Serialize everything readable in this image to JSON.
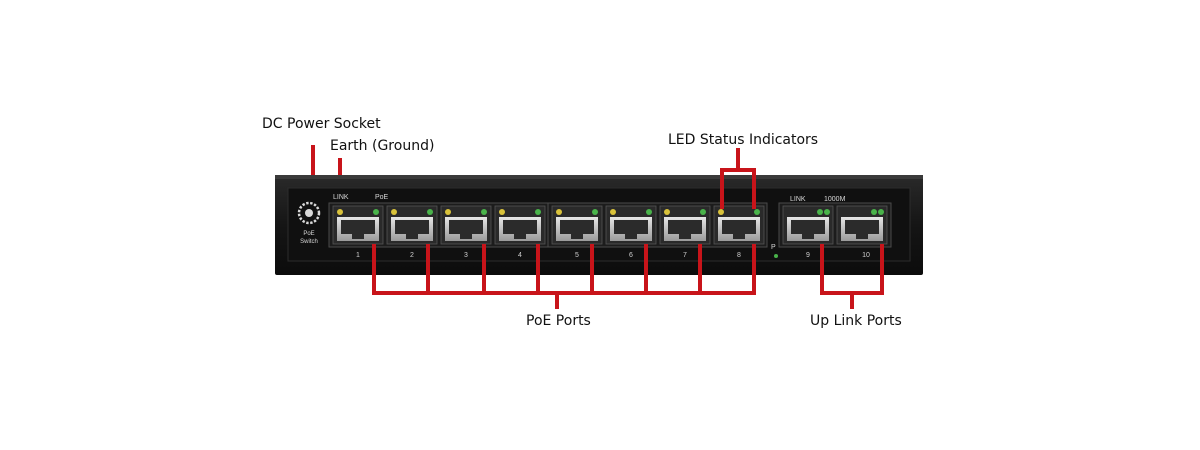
{
  "callouts": {
    "dc_power": "DC Power Socket",
    "earth": "Earth (Ground)",
    "led_status": "LED Status Indicators",
    "poe_ports": "PoE Ports",
    "uplink_ports": "Up Link Ports"
  },
  "panel": {
    "logo_line1": "PoE",
    "logo_line2": "Switch",
    "link_label": "LINK",
    "poe_label": "PoE",
    "uplink_link_label": "LINK",
    "uplink_speed_label": "1000M",
    "power_led_label": "P"
  },
  "ports": {
    "poe": [
      "1",
      "2",
      "3",
      "4",
      "5",
      "6",
      "7",
      "8"
    ],
    "uplink": [
      "9",
      "10"
    ]
  },
  "colors": {
    "callout_line": "#c8141a",
    "chassis": "#1a1a1a",
    "panel": "#111111",
    "led_yellow": "#d9c23a",
    "led_green": "#49b34a"
  }
}
